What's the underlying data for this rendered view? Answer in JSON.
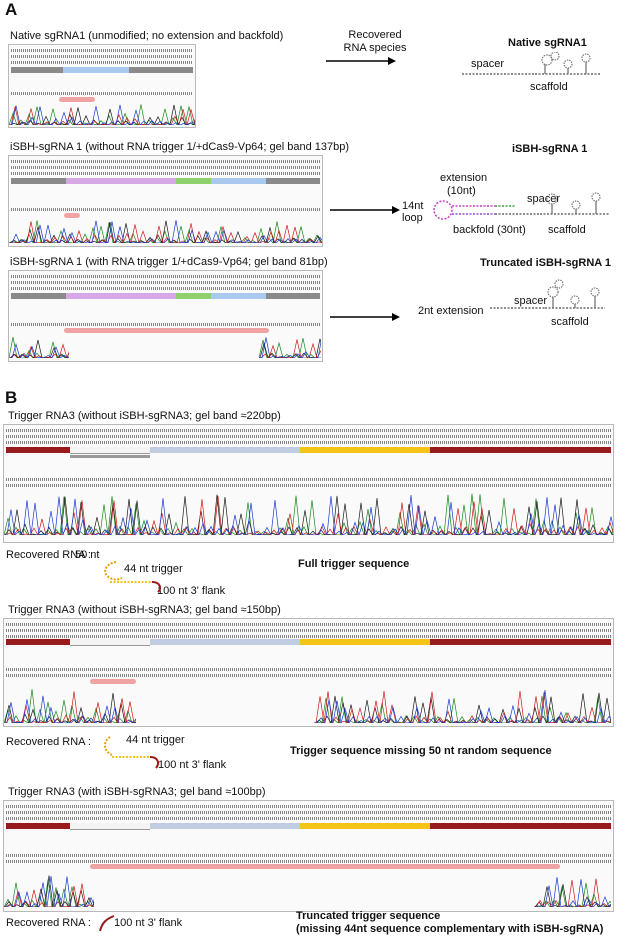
{
  "panelA": {
    "letter": "A",
    "recovered_header": "Recovered\nRNA species",
    "rows": [
      {
        "title": "Native sgRNA1 (unmodified; no extension and backfold)",
        "result_title": "Native sgRNA1",
        "labels": [
          "spacer",
          "scaffold"
        ]
      },
      {
        "title": "iSBH-sgRNA 1 (without RNA trigger 1/+dCas9-Vp64; gel band 137bp)",
        "result_title": "iSBH-sgRNA 1",
        "labels": [
          "extension",
          "(10nt)",
          "spacer",
          "14nt",
          "loop",
          "backfold (30nt)",
          "scaffold"
        ]
      },
      {
        "title": "iSBH-sgRNA 1 (with RNA trigger 1/+dCas9-Vp64; gel band 81bp)",
        "result_title": "Truncated iSBH-sgRNA 1",
        "labels": [
          "spacer",
          "2nt extension",
          "scaffold"
        ]
      }
    ]
  },
  "panelB": {
    "letter": "B",
    "rows": [
      {
        "title": "Trigger RNA3 (without iSBH-sgRNA3; gel band ≈220bp)",
        "recovered_label": "Recovered RNA :",
        "parts": [
          "50 nt",
          "44 nt trigger",
          "100 nt 3' flank"
        ],
        "description": "Full trigger sequence"
      },
      {
        "title": "Trigger RNA3 (without iSBH-sgRNA3;  gel band ≈150bp)",
        "recovered_label": "Recovered RNA :",
        "parts": [
          "44 nt trigger",
          "100 nt 3' flank"
        ],
        "description": "Trigger sequence missing 50 nt random sequence"
      },
      {
        "title": "Trigger RNA3 (with  iSBH-sgRNA3; gel band ≈100bp)",
        "recovered_label": "Recovered RNA :",
        "parts": [
          "100 nt 3' flank"
        ],
        "description": "Truncated trigger sequence",
        "description2": "(missing 44nt sequence complementary with iSBH-sgRNA)"
      }
    ]
  },
  "colors": {
    "scaffold_grey": "#8a8a8a",
    "spacer_blue": "#a9c9ee",
    "backfold_purple": "#d8a8e6",
    "extension_green": "#8fd16f",
    "flank_red": "#9a1b1b",
    "trigger_yellow": "#f3c316",
    "random_blue": "#c0cde0",
    "hairpin_grey": "#9a9a9a",
    "deletion_pink": "#f0a3a3",
    "trace_colors": [
      "#1a8a1a",
      "#1a1a1a",
      "#d01a1a",
      "#1a3ad0"
    ]
  }
}
